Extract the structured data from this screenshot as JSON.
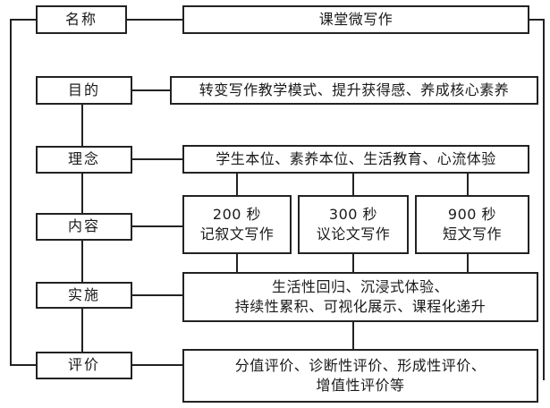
{
  "diagram": {
    "rows": [
      {
        "label": "名称",
        "content": [
          "课堂微写作"
        ]
      },
      {
        "label": "目的",
        "content": [
          "转变写作教学模式、提升获得感、养成核心素养"
        ]
      },
      {
        "label": "理念",
        "content": [
          "学生本位、素养本位、生活教育、心流体验"
        ]
      },
      {
        "label": "内容",
        "items": [
          {
            "lines": [
              "200 秒",
              "记叙文写作"
            ]
          },
          {
            "lines": [
              "300 秒",
              "议论文写作"
            ]
          },
          {
            "lines": [
              "900 秒",
              "短文写作"
            ]
          }
        ]
      },
      {
        "label": "实施",
        "content": [
          "生活性回归、沉浸式体验、",
          "持续性累积、可视化展示、课程化递升"
        ]
      },
      {
        "label": "评价",
        "content": [
          "分值评价、诊断性评价、形成性评价、",
          "增值性评价等"
        ]
      }
    ]
  }
}
